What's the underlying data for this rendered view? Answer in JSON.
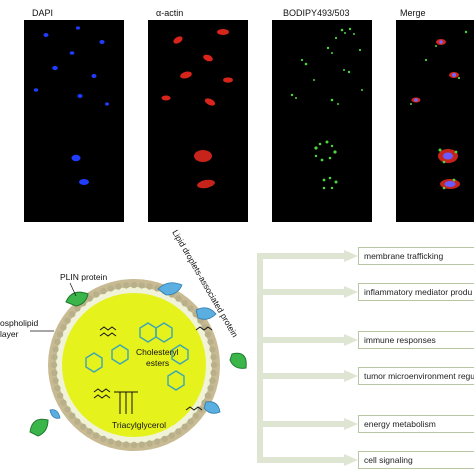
{
  "microscopy": {
    "channels": [
      "DAPI",
      "α-actin",
      "BODIPY493/503",
      "Merge"
    ]
  },
  "diagram": {
    "labels": {
      "plin": "PLIN protein",
      "phospholipid_1": "ospholipid",
      "phospholipid_2": "layer",
      "cholesteryl_1": "Cholesteryl",
      "cholesteryl_2": "esters",
      "tag": "Triacylglycerol",
      "associated": "Lipid droplets-associated protein"
    },
    "functions": [
      "membrane trafficking",
      "inflammatory mediator produ",
      "immune responses",
      "tumor microenvironment regula",
      "energy metabolism",
      "cell signaling"
    ]
  },
  "colors": {
    "droplet_fill": "#e6f21c",
    "head_group": "#b8b08a",
    "plin_green": "#39b54a",
    "associated_blue": "#5aaee0",
    "arrow_gray": "#dfe5d3",
    "box_border": "#b9c6a3"
  }
}
